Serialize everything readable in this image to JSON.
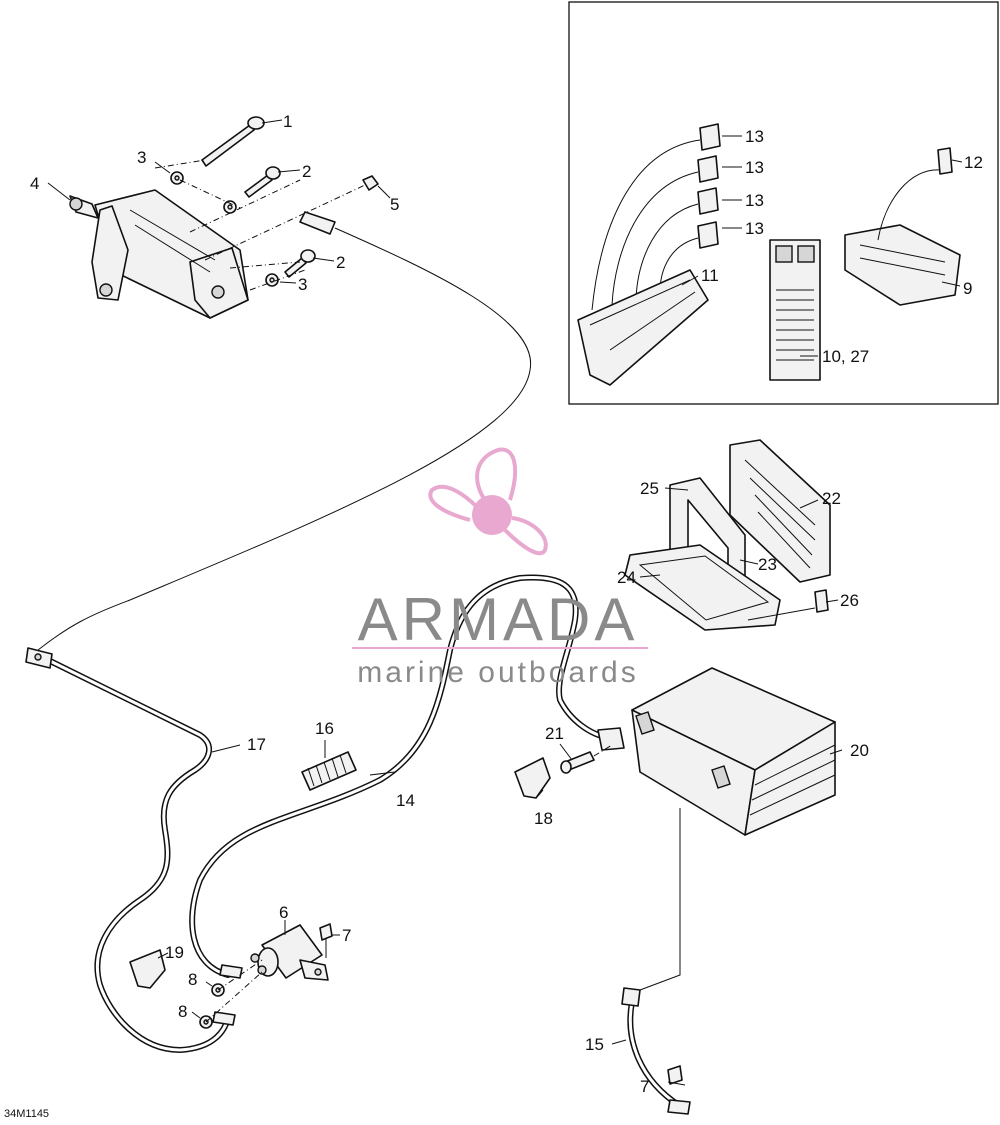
{
  "diagram": {
    "code": "34M1145",
    "callouts": [
      {
        "id": "c1",
        "text": "1"
      },
      {
        "id": "c2a",
        "text": "2"
      },
      {
        "id": "c2b",
        "text": "2"
      },
      {
        "id": "c3a",
        "text": "3"
      },
      {
        "id": "c3b",
        "text": "3"
      },
      {
        "id": "c4",
        "text": "4"
      },
      {
        "id": "c5",
        "text": "5"
      },
      {
        "id": "c6",
        "text": "6"
      },
      {
        "id": "c7a",
        "text": "7"
      },
      {
        "id": "c7b",
        "text": "7"
      },
      {
        "id": "c8a",
        "text": "8"
      },
      {
        "id": "c8b",
        "text": "8"
      },
      {
        "id": "c9",
        "text": "9"
      },
      {
        "id": "c10",
        "text": "10, 27"
      },
      {
        "id": "c11",
        "text": "11"
      },
      {
        "id": "c12",
        "text": "12"
      },
      {
        "id": "c13a",
        "text": "13"
      },
      {
        "id": "c13b",
        "text": "13"
      },
      {
        "id": "c13c",
        "text": "13"
      },
      {
        "id": "c13d",
        "text": "13"
      },
      {
        "id": "c14",
        "text": "14"
      },
      {
        "id": "c15",
        "text": "15"
      },
      {
        "id": "c16",
        "text": "16"
      },
      {
        "id": "c17",
        "text": "17"
      },
      {
        "id": "c18",
        "text": "18"
      },
      {
        "id": "c19",
        "text": "19"
      },
      {
        "id": "c20",
        "text": "20"
      },
      {
        "id": "c21",
        "text": "21"
      },
      {
        "id": "c22",
        "text": "22"
      },
      {
        "id": "c23",
        "text": "23"
      },
      {
        "id": "c24",
        "text": "24"
      },
      {
        "id": "c25",
        "text": "25"
      },
      {
        "id": "c26",
        "text": "26"
      }
    ]
  },
  "watermark": {
    "brand": "ARMADA",
    "tagline": "marine outboards",
    "logo_icon": "propeller-icon",
    "pink": "#e8a8cf",
    "gray": "#8a8a8a"
  }
}
